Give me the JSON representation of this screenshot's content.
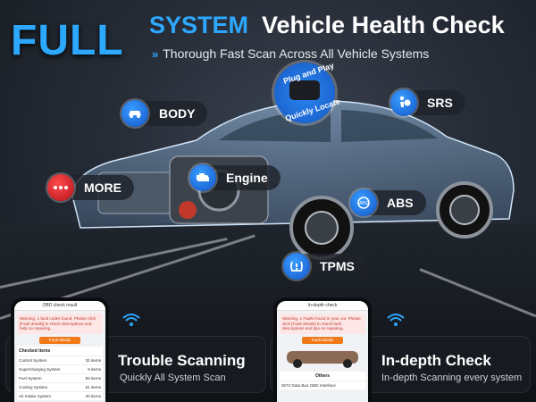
{
  "header": {
    "full": "FULL",
    "system": "SYSTEM",
    "rest": "Vehicle Health Check",
    "arrows": "»",
    "subtitle": "Thorough Fast Scan Across All Vehicle Systems"
  },
  "plug": {
    "line1": "Plug and Play",
    "line2": "Quickly Locate"
  },
  "systems": {
    "body": "BODY",
    "srs": "SRS",
    "engine": "Engine",
    "more": "MORE",
    "abs": "ABS",
    "tpms": "TPMS"
  },
  "phone_left": {
    "header": "OBD check result",
    "warning": "Warning, 1 fault codes found. Please click [Fault details] to check descriptions and help on repairing.",
    "button": "Fault details",
    "list_title": "Checked items",
    "rows": [
      {
        "name": "Control System",
        "value": "33 items"
      },
      {
        "name": "Supercharging System",
        "value": "9 items"
      },
      {
        "name": "Fuel System",
        "value": "83 items"
      },
      {
        "name": "Cooling System",
        "value": "51 items"
      },
      {
        "name": "Air Intake System",
        "value": "20 items"
      }
    ]
  },
  "phone_right": {
    "header": "In-depth check",
    "warning": "Warning, 1 Faults found in your car. Please click [Fault details] to check fault descriptions and tips on repairing.",
    "button": "Fault details",
    "others": "Others",
    "row": "0074 Data Bus OBD Interface"
  },
  "panels": {
    "left_title": "Trouble Scanning",
    "left_sub": "Quickly All System Scan",
    "right_title": "In-depth Check",
    "right_sub": "In-depth Scanning every system"
  },
  "colors": {
    "accent": "#2ca8ff",
    "badge_blue": "#1e6fe0",
    "badge_red": "#d11f26",
    "button_orange": "#f07a1a"
  }
}
